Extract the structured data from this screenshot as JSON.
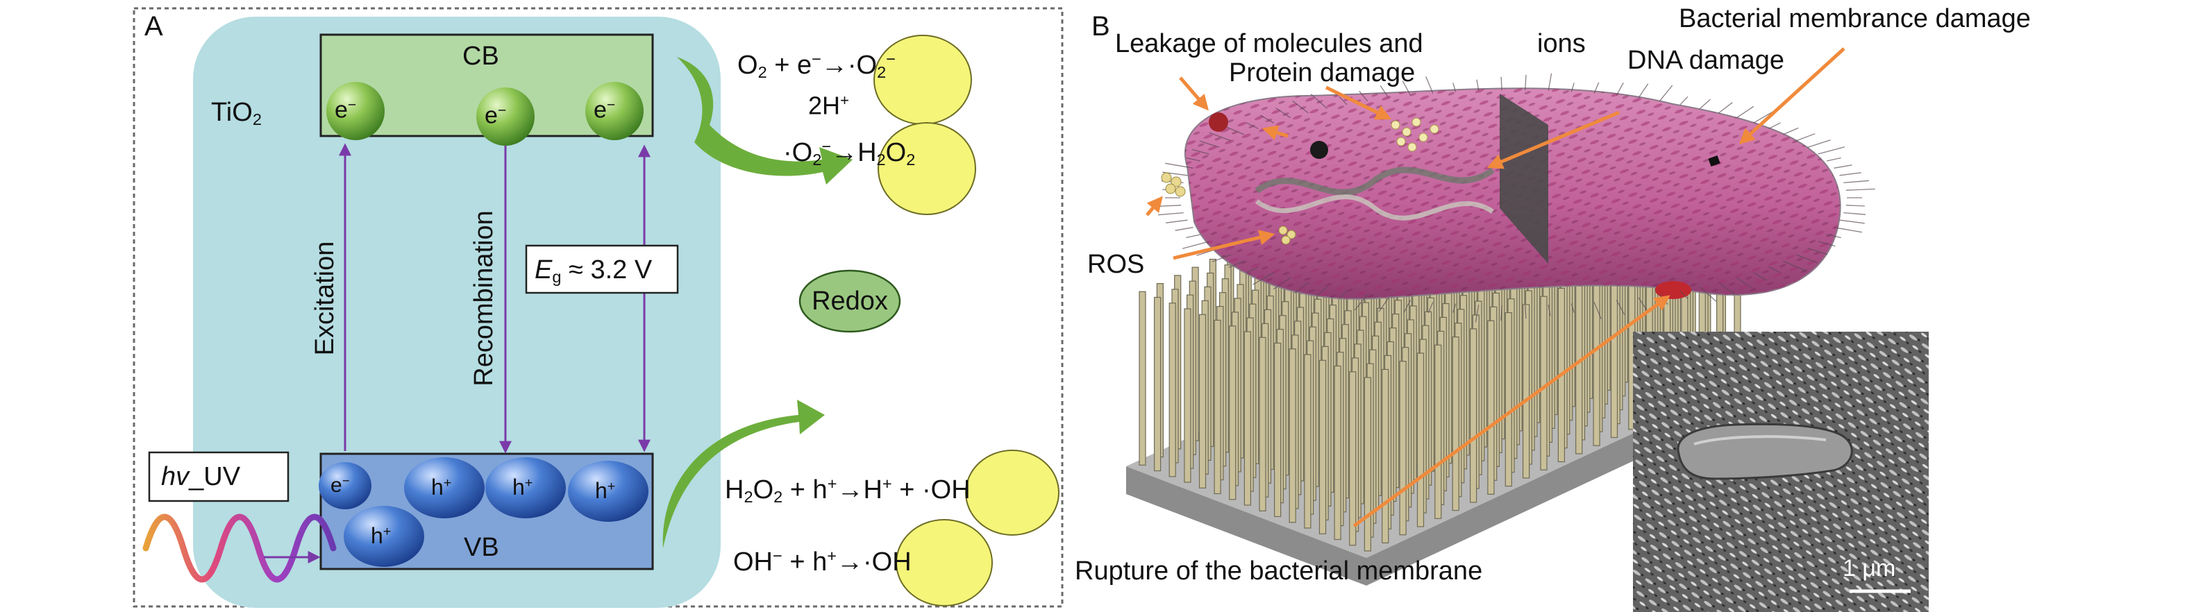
{
  "panel_a": {
    "label": "A",
    "cb_label": "CB",
    "vb_label": "VB",
    "material": "TiO",
    "material_sub": "2",
    "electron": "e",
    "electron_sup": "−",
    "hole": "h",
    "hole_sup": "+",
    "excitation_label": "Excitation",
    "recombination_label": "Recombination",
    "bandgap": {
      "symbol": "E",
      "sub": "g",
      "value": "≈ 3.2 V"
    },
    "redox_label": "Redox",
    "light_label": {
      "italic": "hv",
      "rest": "_UV"
    },
    "reactions": {
      "r1_lhs": "O",
      "r1_lhs_sub": "2",
      "r1_mid": " + e",
      "r1_mid_sup": "−",
      "r1_arrow": "→",
      "r1_prod": "·O",
      "r1_prod_sub": "2",
      "r1_prod_sup": "−",
      "r2_above": "2H",
      "r2_above_sup": "+",
      "r2_lhs": "·O",
      "r2_lhs_sub": "2",
      "r2_lhs_sup": "−",
      "r2_arrow": "→",
      "r2_prod": "H",
      "r2_prod_sub1": "2",
      "r2_prod_o": "O",
      "r2_prod_sub2": "2",
      "r3_lhs": "H",
      "r3_lhs_sub1": "2",
      "r3_lhs_o": "O",
      "r3_lhs_sub2": "2",
      "r3_mid": " + h",
      "r3_mid_sup": "+",
      "r3_arrow": "→",
      "r3_mid2": "H",
      "r3_mid2_sup": "+",
      "r3_plus": " + ",
      "r3_prod": "·OH",
      "r4_lhs": "OH",
      "r4_lhs_sup": "−",
      "r4_mid": " + h",
      "r4_mid_sup": "+",
      "r4_arrow": "→",
      "r4_prod": "·OH"
    },
    "colors": {
      "halo": "#b5dde2",
      "cb_fill": "#b2d9a4",
      "vb_fill": "#80a4d8",
      "arrow_purple": "#7a3aa8",
      "green_arrow": "#6cae3c",
      "yellow_circle": "#f5f57a"
    }
  },
  "panel_b": {
    "label": "B",
    "annotations": {
      "leakage": "Leakage of molecules and",
      "ions": "ions",
      "protein": "Protein damage",
      "membrane_damage": "Bacterial membrance damage",
      "dna": "DNA damage",
      "ros": "ROS",
      "rupture": "Rupture of the bacterial membrane"
    },
    "scale_bar": "1 μm",
    "colors": {
      "annotation_arrow": "#f08a3c",
      "bacterium": "#c76a9c",
      "pillars": "#c9c09a",
      "base": "#8c8c8c"
    }
  }
}
